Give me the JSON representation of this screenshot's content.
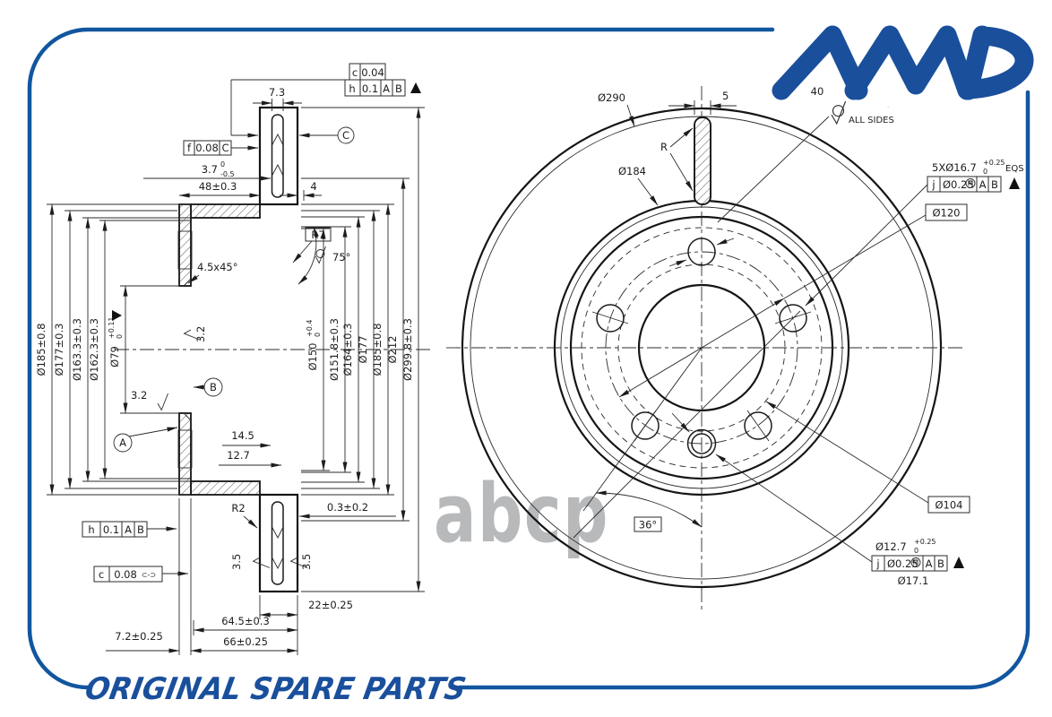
{
  "brand": {
    "logo_text": "AMD",
    "tagline": "ORIGINAL SPARE PARTS",
    "watermark": "abcp",
    "blue": "#1a4f9c"
  },
  "section_view": {
    "frame_top": {
      "r1_sym": "c",
      "r1_val": "0.04",
      "r2_sym": "h",
      "r2_val": "0.1",
      "r2_refA": "A",
      "r2_refB": "B"
    },
    "frame_f": {
      "sym": "f",
      "val": "0.08",
      "ref": "C"
    },
    "frame_h": {
      "sym": "h",
      "val": "0.1",
      "refA": "A",
      "refB": "B"
    },
    "frame_c": {
      "sym": "c",
      "val": "0.08",
      "suffix": "⊂-⊃"
    },
    "datums": {
      "a": "A",
      "b": "B",
      "c": "C"
    },
    "dims": {
      "slot_width": "7.3",
      "plate_main": "3.7",
      "plate_sup": "0",
      "plate_sub": "-0.5",
      "hat_depth": "48±0.3",
      "lip": "4",
      "neck_radius": "R7",
      "vane_angle": "75°",
      "chamfer": "4.5x45°",
      "rough_bore": "3.2",
      "rough_face": "3.2",
      "fin1": "14.5",
      "fin2": "12.7",
      "fillet": "R2",
      "offset": "0.3±0.2",
      "rough_left": "3.5",
      "rough_right": "3.5",
      "thickness": "22±0.25",
      "width_inner": "64.5±0.3",
      "width_total": "66±0.25",
      "flange_th": "7.2±0.25"
    },
    "left_stack": [
      "Ø185±0.8",
      "Ø177±0.3",
      "Ø163.3±0.3",
      "Ø162.3±0.3"
    ],
    "bore": {
      "main": "Ø79",
      "sup": "+0.11",
      "sub": "0"
    },
    "hat_inner": {
      "main": "Ø150",
      "sup": "+0.4",
      "sub": "0"
    },
    "right_stack": [
      "Ø151.8±0.3",
      "Ø164±0.3",
      "Ø177",
      "Ø185±0.8",
      "Ø212",
      "Ø299.8±0.3"
    ]
  },
  "front_view": {
    "outer": "Ø290",
    "slot": "5",
    "radius": "R",
    "rough_all": "40",
    "all_sides": "ALL SIDES",
    "ring_inner": "Ø184",
    "holes": {
      "main": "5XØ16.7",
      "sup": "+0.25",
      "sub": "0",
      "eqs": "EQS"
    },
    "frame_holes": {
      "sym": "j",
      "val": "Ø0.25",
      "mod": "M",
      "refA": "A",
      "refB": "B"
    },
    "bcd": "Ø120",
    "hub_ring": "Ø104",
    "angle": "36°",
    "pin": {
      "main": "Ø12.7",
      "sup": "+0.25",
      "sub": "0"
    },
    "frame_pin": {
      "sym": "j",
      "val": "Ø0.25",
      "mod": "M",
      "refA": "A",
      "refB": "B"
    },
    "pin_outer": "Ø17.1"
  }
}
